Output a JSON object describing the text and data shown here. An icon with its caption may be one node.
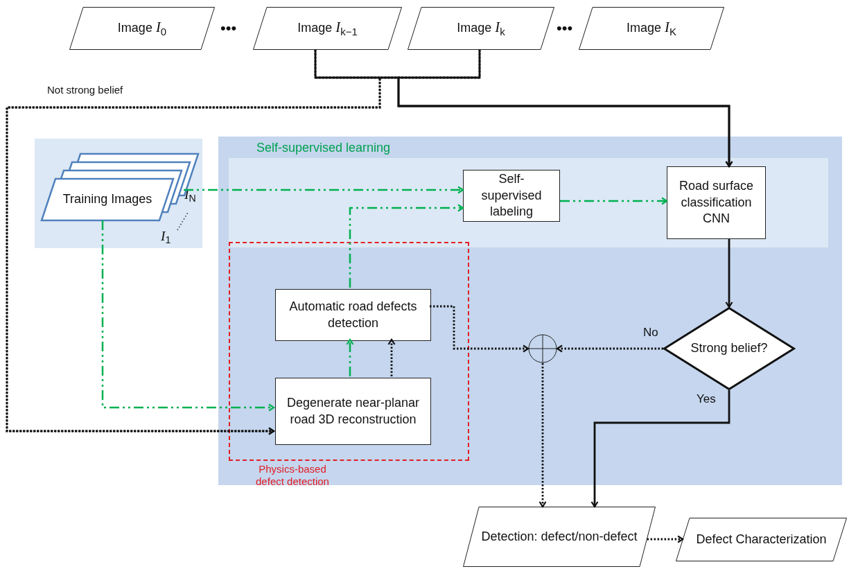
{
  "diagram": {
    "nodes": [
      {
        "text": [
          "Image *I*$_{0}$"
        ]
      },
      {
        "text": [
          "Image *I*$_{k−1}$"
        ]
      },
      {
        "text": [
          "Image *I*$_{k}$"
        ]
      },
      {
        "text": [
          "Image *I*$_{K}$"
        ]
      },
      {
        "text": [],
        "shape": "box"
      },
      {
        "text": [
          "Training Images"
        ],
        "in": 4
      },
      {
        "text": [],
        "shape": "box"
      },
      {
        "text": [
          "Self-supervised learning"
        ],
        "in": 6
      },
      {
        "text": [
          "Self-supervised labeling"
        ],
        "in": 7
      },
      {
        "text": [
          "Road surface classification CNN"
        ],
        "in": 7
      },
      {
        "text": [
          "Physics-based defect detection"
        ],
        "in": 6
      },
      {
        "text": [
          "Automatic road defects detection"
        ],
        "in": 10
      },
      {
        "text": [
          "Degenerate near-planar road 3D reconstruction"
        ],
        "in": 10
      },
      {
        "text": [],
        "shape": "circle",
        "in": 6
      },
      {
        "text": [
          "Strong belief?"
        ],
        "in": 6
      },
      {
        "text": [
          "Detection: defect/non-defect"
        ]
      },
      {
        "text": [
          "Defect Characterization"
        ]
      }
    ],
    "edges": [
      {
        "from": 1,
        "to": 12,
        "arrow": "to",
        "style": "dashed",
        "label": "Not strong belief"
      },
      {
        "from": 2,
        "to": 12,
        "arrow": "to",
        "style": "dashed"
      },
      {
        "from": 1,
        "to": 9,
        "arrow": "to"
      },
      {
        "from": 2,
        "to": 9,
        "arrow": "to"
      },
      {
        "from": 5,
        "to": 8,
        "arrow": "to",
        "style": "dashed",
        "color": "#00b050"
      },
      {
        "from": 5,
        "to": 12,
        "arrow": "to",
        "style": "dashed",
        "color": "#00b050"
      },
      {
        "from": 12,
        "to": 11,
        "arrow": "to",
        "style": "dashed",
        "color": "#00b050"
      },
      {
        "from": 12,
        "to": 11,
        "arrow": "to",
        "style": "dashed"
      },
      {
        "from": 11,
        "to": 8,
        "arrow": "to",
        "style": "dashed",
        "color": "#00b050"
      },
      {
        "from": 8,
        "to": 9,
        "arrow": "to",
        "style": "dashed",
        "color": "#00b050"
      },
      {
        "from": 9,
        "to": 14,
        "arrow": "to"
      },
      {
        "from": 11,
        "to": 13,
        "arrow": "to",
        "style": "dashed"
      },
      {
        "from": 14,
        "to": 13,
        "arrow": "to",
        "style": "dashed",
        "label": "No"
      },
      {
        "from": 14,
        "to": 15,
        "arrow": "to",
        "label": "Yes"
      },
      {
        "from": 13,
        "to": 15,
        "arrow": "to",
        "style": "dashed"
      },
      {
        "from": 15,
        "to": 16,
        "arrow": "to",
        "style": "dashed"
      }
    ],
    "labels": [
      "•••",
      "•••",
      "*I*$_{N}$",
      "*I*$_{1}$"
    ]
  }
}
